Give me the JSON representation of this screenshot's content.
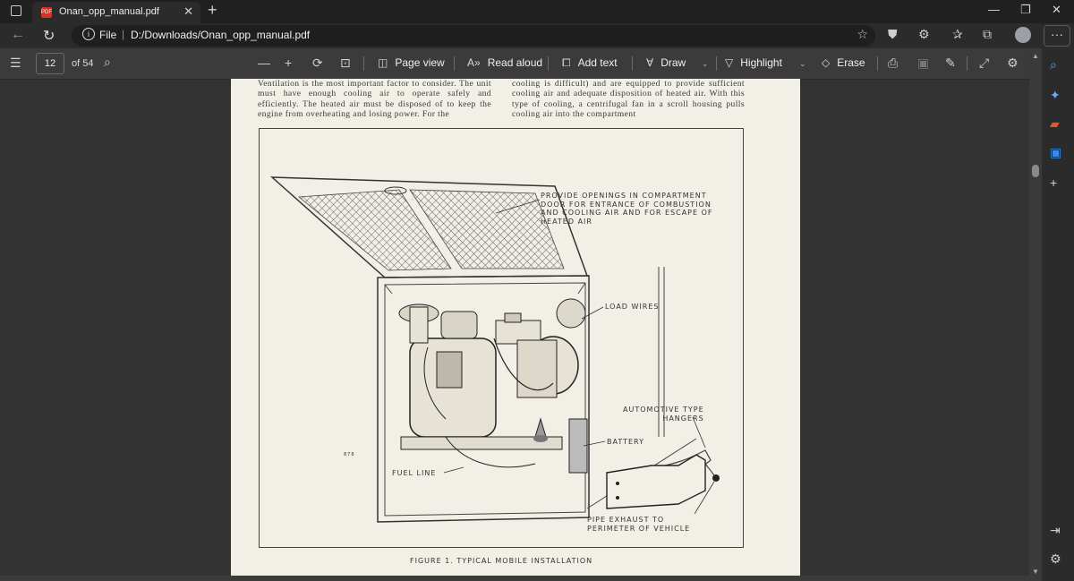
{
  "browser": {
    "tab_title": "Onan_opp_manual.pdf",
    "tab_icon_text": "PDF",
    "url_prefix": "File",
    "url": "D:/Downloads/Onan_opp_manual.pdf"
  },
  "pdf_toolbar": {
    "page_current": "12",
    "page_total": "of 54",
    "page_view": "Page view",
    "read_aloud": "Read aloud",
    "add_text": "Add text",
    "draw": "Draw",
    "highlight": "Highlight",
    "erase": "Erase"
  },
  "document": {
    "col_left": "Ventilation is the most important factor to consider. The unit must have enough cooling air to operate safely and efficiently. The heated air must be disposed of to keep the engine from overheating and losing power. For the",
    "col_right": "cooling is difficult) and are equipped to provide sufficient cooling air and adequate disposition of heated air. With this type of cooling, a centrifugal fan in a scroll housing pulls cooling air into the compartment",
    "figure_labels": {
      "openings": "PROVIDE OPENINGS IN COMPARTMENT\nDOOR FOR ENTRANCE OF COMBUSTION\nAND COOLING AIR AND FOR ESCAPE OF\nHEATED AIR",
      "load_wires": "LOAD WIRES",
      "hangers": "AUTOMOTIVE TYPE\nHANGERS",
      "battery": "BATTERY",
      "fuel_line": "FUEL LINE",
      "exhaust": "PIPE EXHAUST TO\nPERIMETER OF VEHICLE",
      "fig_number": "878"
    },
    "caption": "FIGURE 1.  TYPICAL MOBILE INSTALLATION"
  }
}
